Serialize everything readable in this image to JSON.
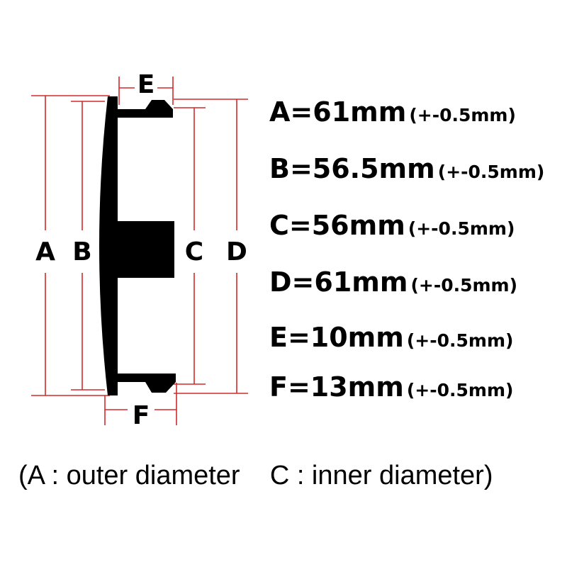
{
  "colors": {
    "dimension_line": "#d42a2a",
    "part": "#000000",
    "text": "#000000"
  },
  "diagram": {
    "labels": {
      "a": "A",
      "b": "B",
      "c": "C",
      "d": "D",
      "e": "E",
      "f": "F"
    }
  },
  "specs": [
    {
      "value": "A=61mm",
      "tolerance": "(+-0.5mm)"
    },
    {
      "value": "B=56.5mm",
      "tolerance": "(+-0.5mm)"
    },
    {
      "value": "C=56mm",
      "tolerance": "(+-0.5mm)"
    },
    {
      "value": "D=61mm",
      "tolerance": "(+-0.5mm)"
    },
    {
      "value": "E=10mm",
      "tolerance": "(+-0.5mm)"
    },
    {
      "value": "F=13mm",
      "tolerance": "(+-0.5mm)"
    }
  ],
  "note": "(A : outer diameter    C : inner diameter)"
}
